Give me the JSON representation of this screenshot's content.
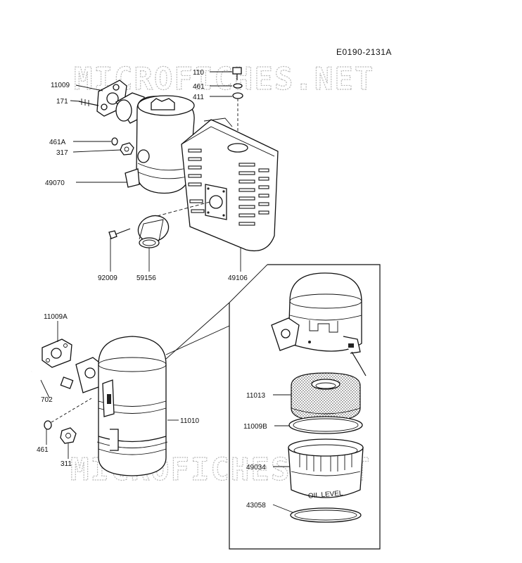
{
  "diagram": {
    "reference_code": "E0190-2131A",
    "watermarks": [
      "MICROFICHES.NET",
      "MICROFICHES.NET"
    ],
    "detail_marking": "OIL LEVEL",
    "part_labels": [
      {
        "id": "110",
        "text": "110"
      },
      {
        "id": "461-top",
        "text": "461"
      },
      {
        "id": "411",
        "text": "411"
      },
      {
        "id": "11009",
        "text": "11009"
      },
      {
        "id": "171",
        "text": "171"
      },
      {
        "id": "461A",
        "text": "461A"
      },
      {
        "id": "317",
        "text": "317"
      },
      {
        "id": "49070",
        "text": "49070"
      },
      {
        "id": "92009",
        "text": "92009"
      },
      {
        "id": "59156",
        "text": "59156"
      },
      {
        "id": "49106",
        "text": "49106"
      },
      {
        "id": "11009A",
        "text": "11009A"
      },
      {
        "id": "702",
        "text": "702"
      },
      {
        "id": "461-bot",
        "text": "461"
      },
      {
        "id": "311",
        "text": "311"
      },
      {
        "id": "11010",
        "text": "11010"
      },
      {
        "id": "11013",
        "text": "11013"
      },
      {
        "id": "11009B",
        "text": "11009B"
      },
      {
        "id": "49034",
        "text": "49034"
      },
      {
        "id": "43058",
        "text": "43058"
      }
    ]
  }
}
